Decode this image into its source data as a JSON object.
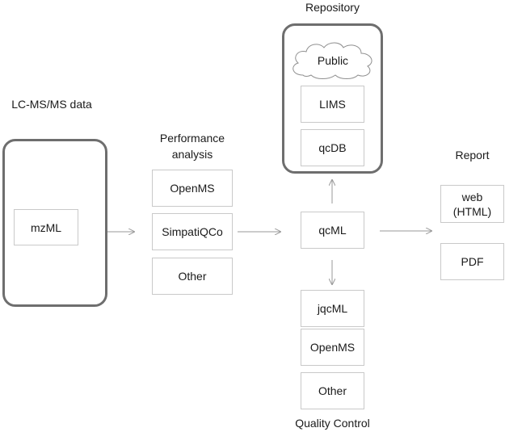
{
  "source": {
    "title": "LC-MS/MS data",
    "item": "mzML"
  },
  "performance": {
    "title": "Performance analysis",
    "items": [
      "OpenMS",
      "SimpatiQCo",
      "Other"
    ]
  },
  "center": {
    "item": "qcML"
  },
  "repository": {
    "title": "Repository",
    "cloud_label": "Public",
    "items": [
      "LIMS",
      "qcDB"
    ]
  },
  "quality_control": {
    "title": "Quality Control",
    "items": [
      "jqcML",
      "OpenMS",
      "Other"
    ]
  },
  "report": {
    "title": "Report",
    "items": [
      "web (HTML)",
      "PDF"
    ]
  }
}
